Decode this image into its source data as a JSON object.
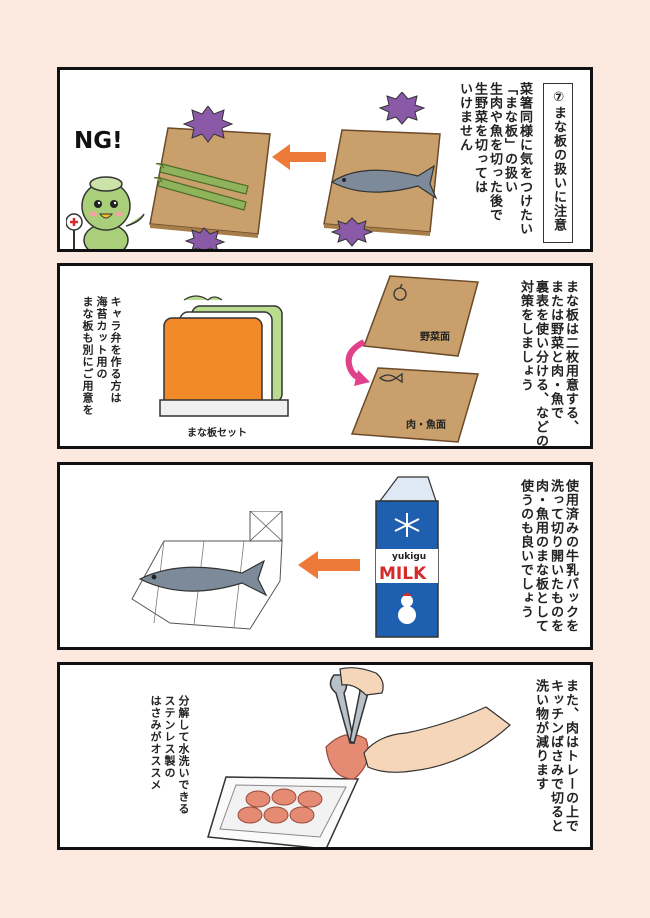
{
  "panel1": {
    "heading": "⑦まな板の扱いに注意",
    "body": "菜箸同様に気をつけたい\n「まな板」の扱い\n生肉や魚を切った後で\n生野菜を切っては\nいけません",
    "ng_label": "NG!"
  },
  "panel2": {
    "body": "まな板は二枚用意する、\nまたは野菜と肉・魚で\n裏表を使い分ける、などの\n対策をしましょう",
    "board_top_label": "野菜面",
    "board_bottom_label": "肉・魚面",
    "set_caption": "まな板セット",
    "note": "キャラ弁を作る方は\n海苔カット用の\nまな板も別にご用意を"
  },
  "panel3": {
    "body": "使用済みの牛乳パックを\n洗って切り開いたものを\n肉・魚用のまな板として\n使うのも良いでしょう",
    "carton_brand": "yukigu",
    "carton_label": "MILK"
  },
  "panel4": {
    "body": "また、肉はトレーの上で\nキッチンばさみで切ると\n洗い物が減ります",
    "note": "分解して水洗いできる\nステンレス製の\nはさみがオススメ"
  },
  "colors": {
    "page_bg": "#fbe9df",
    "board": "#c9a06c",
    "arrow": "#ee7a3a",
    "germ": "#8a5aa8",
    "asparagus": "#8fb35a",
    "fish": "#7d8a9a",
    "carton_blue": "#1f5fb0",
    "milk_red": "#d62b2b",
    "meat": "#e58a73"
  }
}
